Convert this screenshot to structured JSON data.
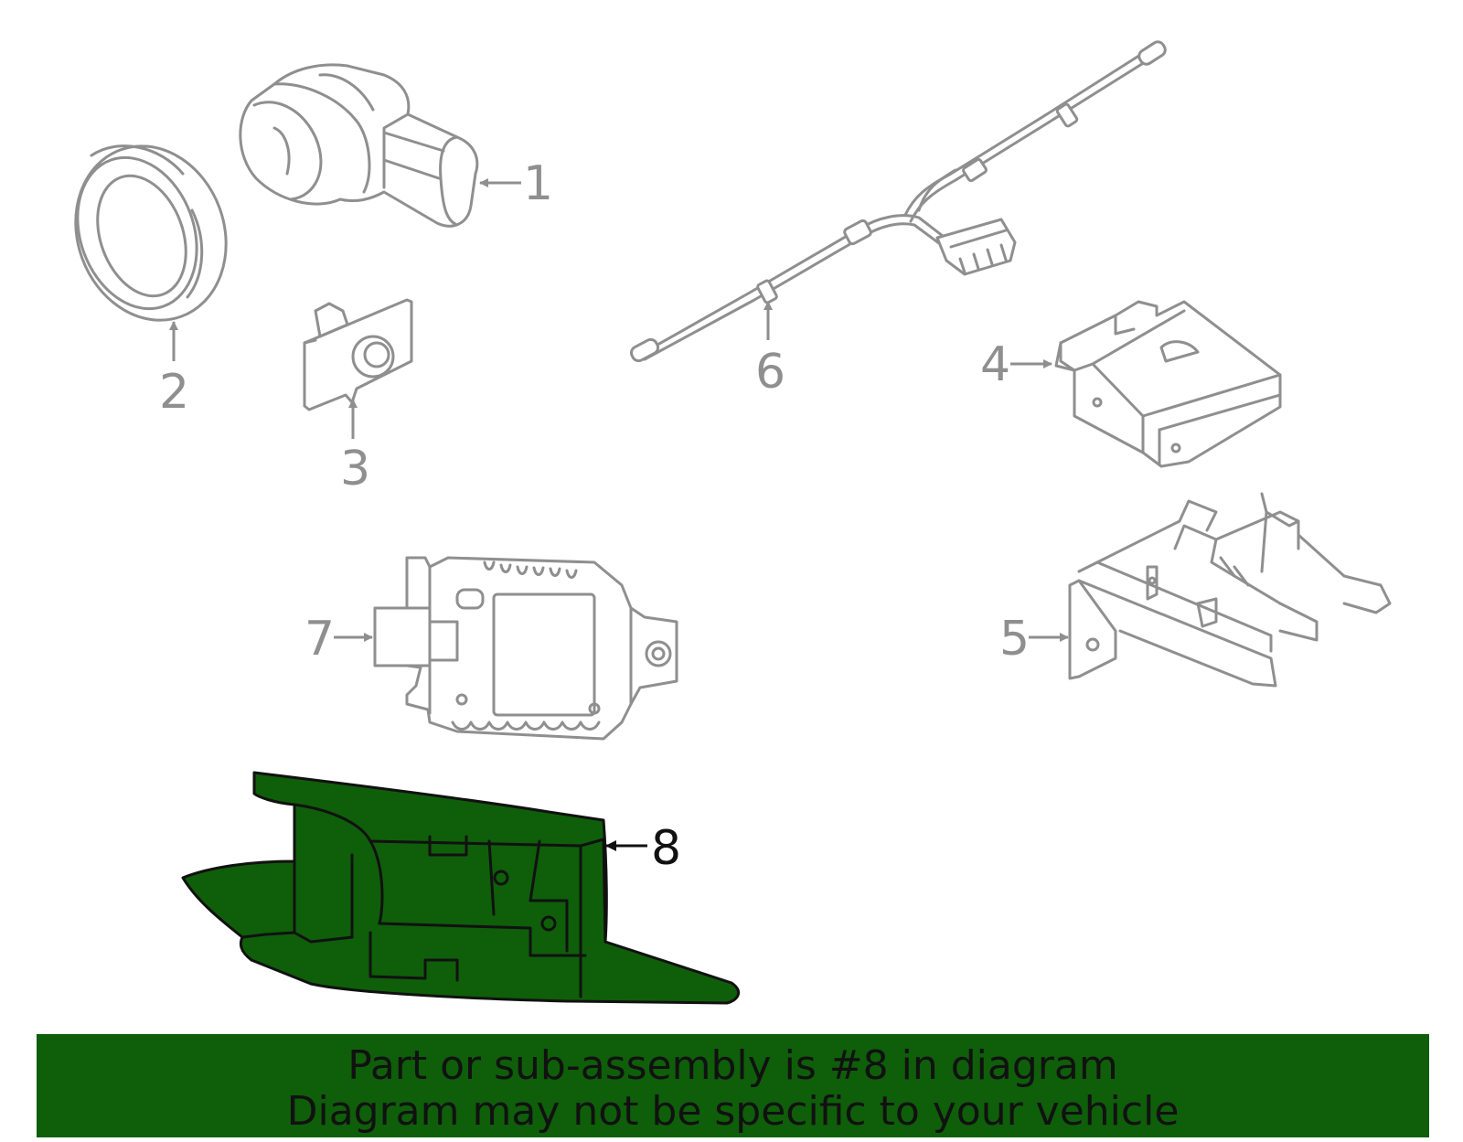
{
  "colors": {
    "highlight_fill": "#0f5e0a",
    "part_stroke": "#8f8f8f",
    "banner_bg": "#0f5e0a"
  },
  "callouts": {
    "c1": "1",
    "c2": "2",
    "c3": "3",
    "c4": "4",
    "c5": "5",
    "c6": "6",
    "c7": "7",
    "c8": "8"
  },
  "highlighted_part": "8",
  "banner": {
    "line1": "Part or sub-assembly is #8 in diagram",
    "line2": "Diagram may not be specific to your vehicle"
  }
}
